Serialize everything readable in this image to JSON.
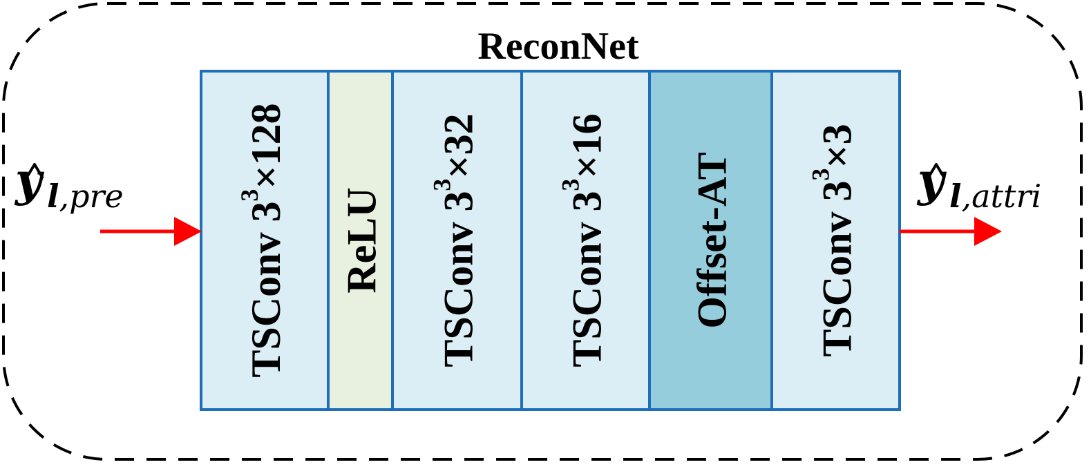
{
  "title": "ReconNet",
  "input": {
    "symbol": "y",
    "hat": "^",
    "subscript_bold": "l",
    "subscript_rest": ",pre"
  },
  "output": {
    "symbol": "y",
    "hat": "^",
    "subscript_bold": "l",
    "subscript_rest": ",attri"
  },
  "layers": [
    {
      "id": "tsconv-128",
      "base": "TSConv 3",
      "sup": "3",
      "tail": "×128",
      "fill": "#dbeef5"
    },
    {
      "id": "relu",
      "base": "ReLU",
      "sup": "",
      "tail": "",
      "fill": "#e8f0df"
    },
    {
      "id": "tsconv-32",
      "base": "TSConv 3",
      "sup": "3",
      "tail": "×32",
      "fill": "#dbeef5"
    },
    {
      "id": "tsconv-16",
      "base": "TSConv 3",
      "sup": "3",
      "tail": "×16",
      "fill": "#dbeef5"
    },
    {
      "id": "offset-at",
      "base": "Offset-AT",
      "sup": "",
      "tail": "",
      "fill": "#96cddc"
    },
    {
      "id": "tsconv-3",
      "base": "TSConv 3",
      "sup": "3",
      "tail": "×3",
      "fill": "#dbeef5"
    }
  ],
  "colors": {
    "layer_border": "#1e6fb8",
    "arrow": "#ff0000",
    "dashed_border": "#000000"
  }
}
